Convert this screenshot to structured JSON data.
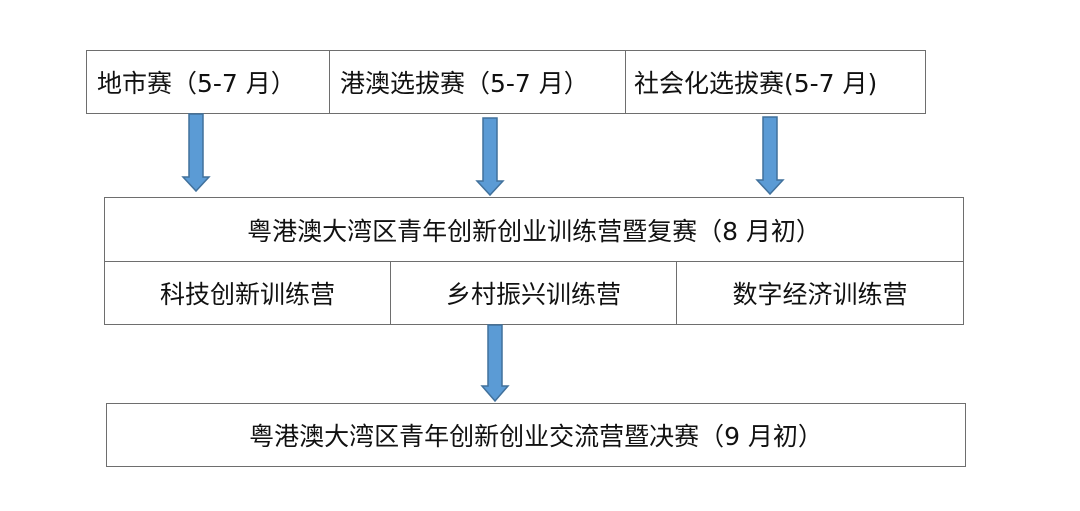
{
  "top_row": [
    "地市赛（5-7 月）",
    "港澳选拔赛（5-7 月）",
    "社会化选拔赛(5-7 月)"
  ],
  "semifinal": {
    "title": "粤港澳大湾区青年创新创业训练营暨复赛（8 月初）",
    "camps": [
      "科技创新训练营",
      "乡村振兴训练营",
      "数字经济训练营"
    ]
  },
  "final": {
    "title": "粤港澳大湾区青年创新创业交流营暨决赛（9 月初）"
  },
  "colors": {
    "arrow_fill": "#5b9bd5",
    "arrow_stroke": "#41719c",
    "border": "#6e6e6e"
  }
}
